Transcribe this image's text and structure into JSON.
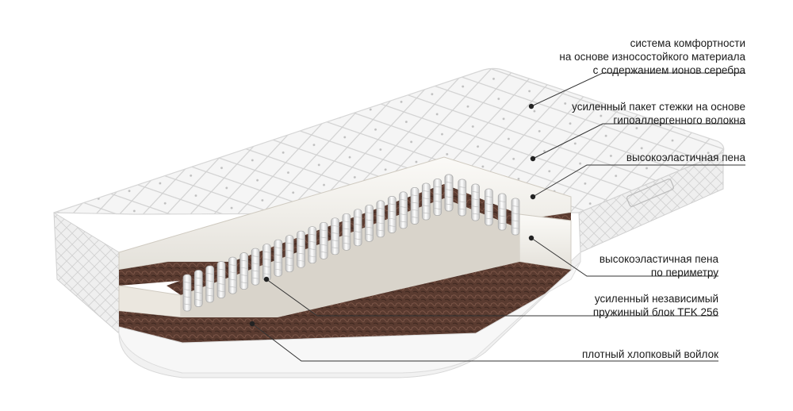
{
  "diagram": {
    "subject": "mattress cross-section",
    "layers": [
      {
        "id": "cover",
        "lines": [
          "система комфортности",
          "на основе износостойкого материала",
          "с содержанием ионов серебра"
        ]
      },
      {
        "id": "quilting",
        "lines": [
          "усиленный пакет стежки на основе",
          "гипоаллергенного волокна"
        ]
      },
      {
        "id": "top-foam",
        "lines": [
          "высокоэластичная пена"
        ]
      },
      {
        "id": "perimeter-foam",
        "lines": [
          "высокоэластичная пена",
          "по периметру"
        ]
      },
      {
        "id": "spring-block",
        "lines": [
          "усиленный независимый",
          "пружинный блок TFK 256"
        ]
      },
      {
        "id": "felt",
        "lines": [
          "плотный хлопковый войлок"
        ]
      }
    ],
    "colors": {
      "cover": "#f4f4f4",
      "quilt_line": "#c9c9c9",
      "foam": "#f2f0ec",
      "felt": "#5a3b30",
      "spring": "#ffffff",
      "leader": "#333333"
    }
  }
}
